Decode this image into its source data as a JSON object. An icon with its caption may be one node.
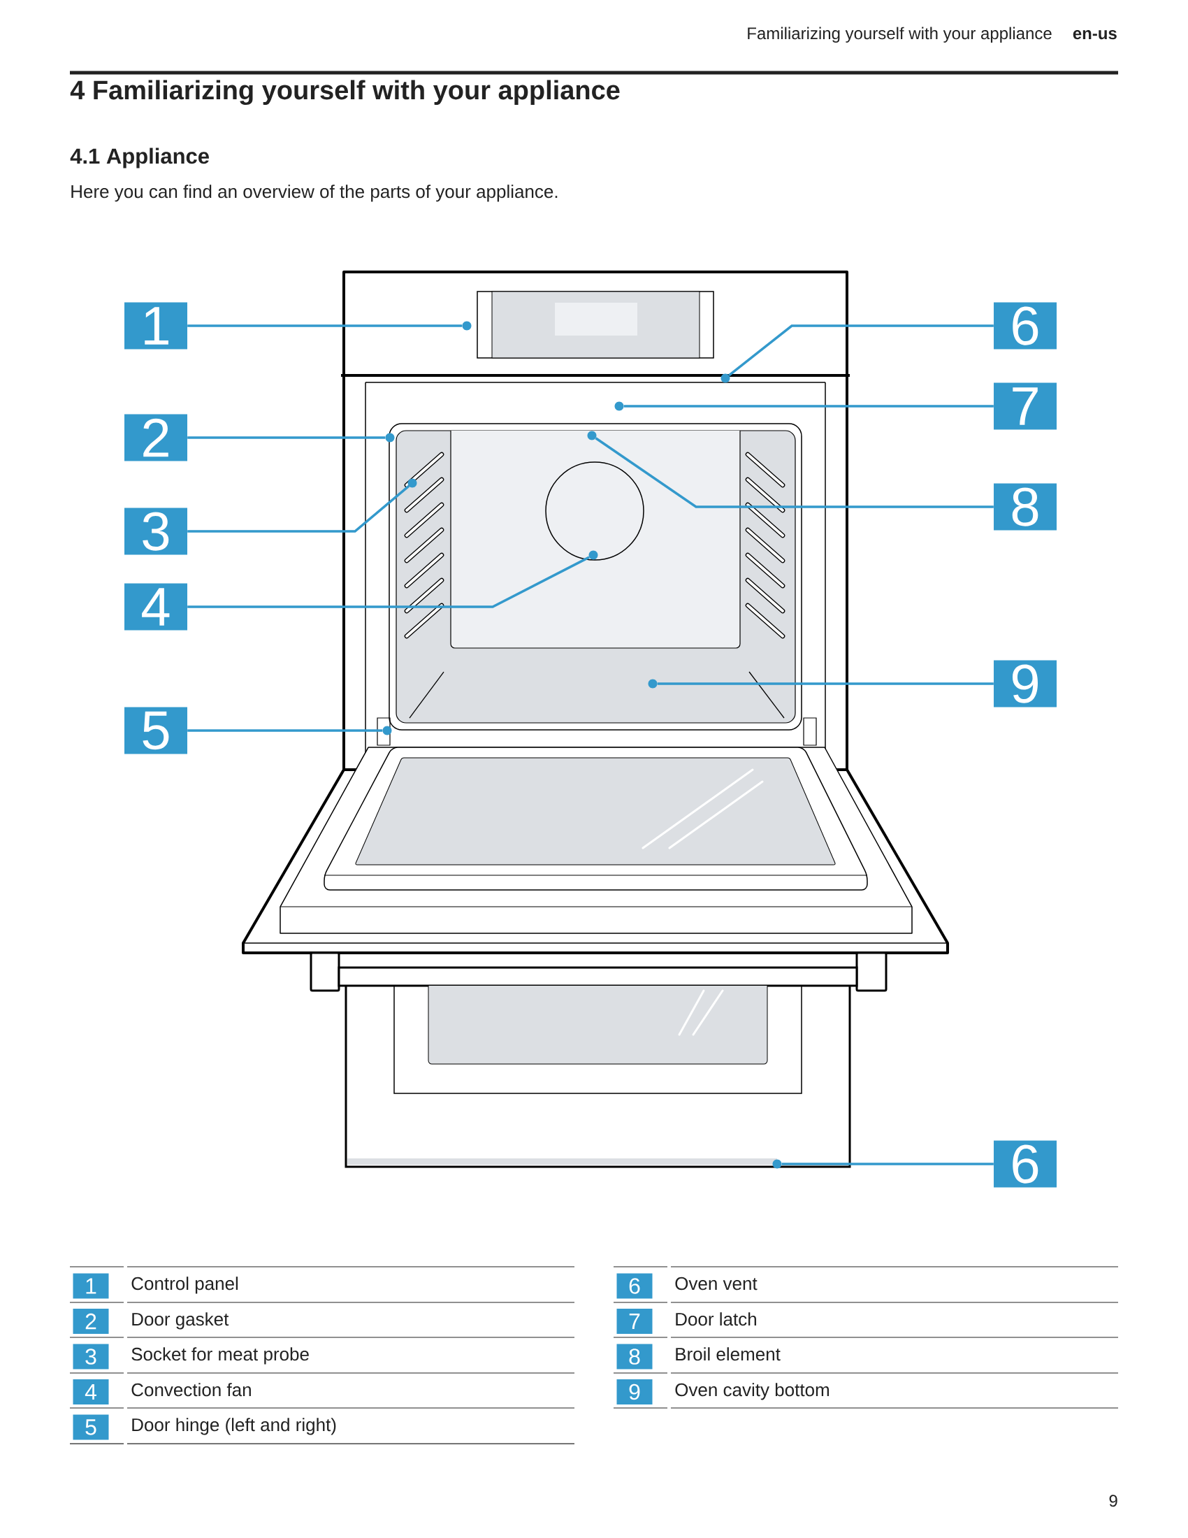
{
  "diagram": {
    "title": "4 Familiarizing yourself with your appliance",
    "nodes": [
      {
        "text": [
          "1"
        ]
      },
      {
        "text": [
          "2"
        ]
      },
      {
        "text": [
          "3"
        ]
      },
      {
        "text": [
          "4"
        ]
      },
      {
        "text": [
          "5"
        ]
      },
      {
        "text": [
          "6"
        ]
      },
      {
        "text": [
          "7"
        ]
      },
      {
        "text": [
          "8"
        ]
      },
      {
        "text": [
          "9"
        ]
      },
      {
        "text": [
          "6"
        ]
      },
      {
        "text": [],
        "shape": "circle"
      },
      {
        "text": [],
        "shape": "circle"
      },
      {
        "text": [],
        "shape": "circle"
      },
      {
        "text": [],
        "shape": "circle"
      },
      {
        "text": [],
        "shape": "circle"
      },
      {
        "text": [],
        "shape": "circle"
      },
      {
        "text": [],
        "shape": "circle"
      },
      {
        "text": [],
        "shape": "circle"
      },
      {
        "text": [],
        "shape": "circle"
      },
      {
        "text": [],
        "shape": "circle"
      }
    ],
    "edges": [
      {
        "from": 0,
        "to": 10,
        "arrow": "none"
      },
      {
        "from": 1,
        "to": 11,
        "arrow": "none"
      },
      {
        "from": 2,
        "to": 12,
        "arrow": "none"
      },
      {
        "from": 3,
        "to": 13,
        "arrow": "none"
      },
      {
        "from": 4,
        "to": 14,
        "arrow": "none"
      },
      {
        "from": 5,
        "to": 15,
        "arrow": "none"
      },
      {
        "from": 6,
        "to": 16,
        "arrow": "none"
      },
      {
        "from": 7,
        "to": 17,
        "arrow": "none"
      },
      {
        "from": 8,
        "to": 18,
        "arrow": "none"
      },
      {
        "from": 9,
        "to": 19,
        "arrow": "none"
      }
    ],
    "labels": [
      "Familiarizing yourself with your appliance",
      "en-us",
      "4.1 Appliance",
      "Here you can find an overview of the parts of your appliance.",
      "1",
      "Control panel",
      "2",
      "Door gasket",
      "3",
      "Socket for meat probe",
      "4",
      "Convection fan",
      "5",
      "Door hinge (left and right)",
      "6",
      "Oven vent",
      "7",
      "Door latch",
      "8",
      "Broil element",
      "9",
      "Oven cavity bottom",
      "9"
    ]
  }
}
